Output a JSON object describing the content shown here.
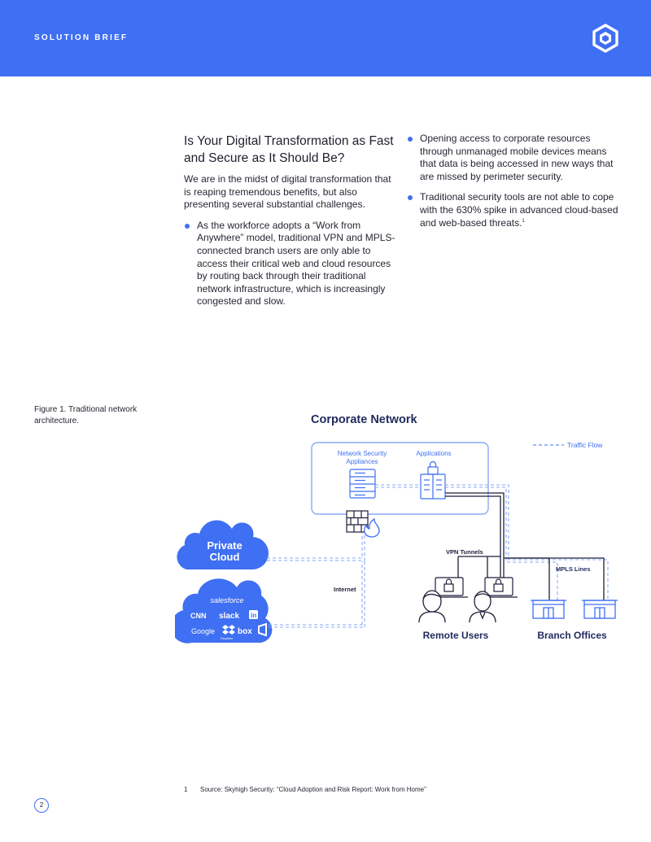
{
  "header": {
    "label": "SOLUTION BRIEF",
    "logo_icon": "hexagon-logo-icon",
    "background": "#3f6ff2"
  },
  "left_column": {
    "heading": "Is Your Digital Transformation as Fast and Secure as It Should Be?",
    "intro": "We are in the midst of digital transformation that is reaping tremendous benefits, but also presenting several substantial challenges.",
    "bullets": [
      "As the workforce adopts a “Work from Anywhere” model, traditional VPN and MPLS-connected branch users are only able to access their critical web and cloud resources by routing back through their traditional network infrastructure, which is increasingly congested and slow."
    ]
  },
  "right_column": {
    "bullets": [
      "Opening access to corporate resources through unmanaged mobile devices means that data is being accessed in new ways that are missed by perimeter security.",
      "Traditional security tools are not able to cope with the 630% spike in advanced cloud-based and web-based threats."
    ],
    "bullet_2_ref": "1"
  },
  "figure": {
    "caption": "Figure 1. Traditional network architecture.",
    "title": "Corporate Network",
    "legend_traffic": "Traffic Flow",
    "label_nsa_1": "Network Security",
    "label_nsa_2": "Appliances",
    "label_applications": "Applications",
    "label_private_1": "Private",
    "label_private_2": "Cloud",
    "label_internet": "Internet",
    "label_vpn": "VPN Tunnels",
    "label_mpls": "MPLS Lines",
    "label_remote": "Remote Users",
    "label_branch": "Branch Offices",
    "saas_logos": [
      "salesforce",
      "CNN",
      "slack",
      "in",
      "Google",
      "Dropbox",
      "box",
      "Office"
    ],
    "colors": {
      "accent": "#3f6ff2",
      "outline": "#1f1f3a",
      "light_blue": "#8aa9f7",
      "dark_text": "#1f2a5c"
    }
  },
  "footnote": {
    "number": "1",
    "text": "Source: Skyhigh Security: “Cloud Adoption and Risk Report: Work from Home”"
  },
  "page_number": "2"
}
